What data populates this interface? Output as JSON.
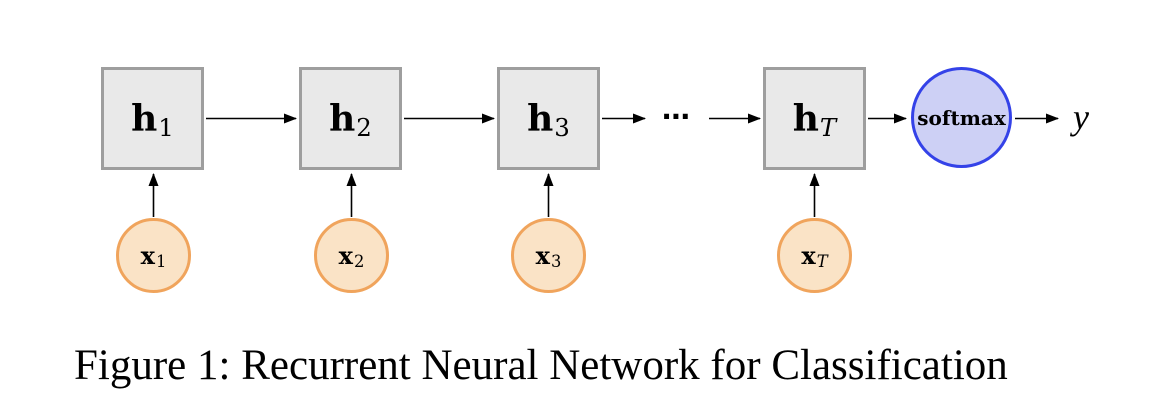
{
  "figure": {
    "caption": "Figure 1: Recurrent Neural Network for Classification"
  },
  "diagram": {
    "hidden_nodes": [
      {
        "main": "h",
        "sub": "1"
      },
      {
        "main": "h",
        "sub": "2"
      },
      {
        "main": "h",
        "sub": "3"
      },
      {
        "main": "h",
        "sub": "T"
      }
    ],
    "input_nodes": [
      {
        "main": "x",
        "sub": "1"
      },
      {
        "main": "x",
        "sub": "2"
      },
      {
        "main": "x",
        "sub": "3"
      },
      {
        "main": "x",
        "sub": "T"
      }
    ],
    "softmax_label": "softmax",
    "output_label": "y",
    "ellipsis": "⋯"
  },
  "colors": {
    "bg": "#ffffff",
    "text_color": "#000000",
    "arrow_color": "#000000",
    "hidden_fill": "#e9e9e9",
    "hidden_border": "#9e9e9e",
    "input_fill": "#fae3c6",
    "input_border": "#f0a45c",
    "softmax_fill": "#cdd0f5",
    "softmax_border": "#3442e8"
  }
}
